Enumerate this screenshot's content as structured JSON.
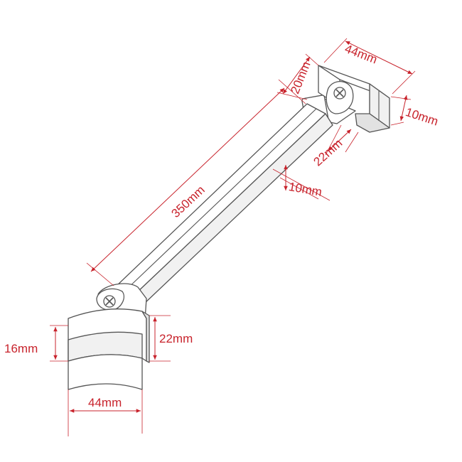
{
  "colors": {
    "dimension": "#c8232c",
    "outline": "#555555",
    "background": "#ffffff"
  },
  "dimensions": {
    "top_width": "44mm",
    "top_height": "20mm",
    "top_thickness": "10mm",
    "top_joint": "22mm",
    "arm_length": "350mm",
    "arm_thickness": "10mm",
    "bottom_height_left": "16mm",
    "bottom_height_right": "22mm",
    "bottom_width": "44mm"
  }
}
